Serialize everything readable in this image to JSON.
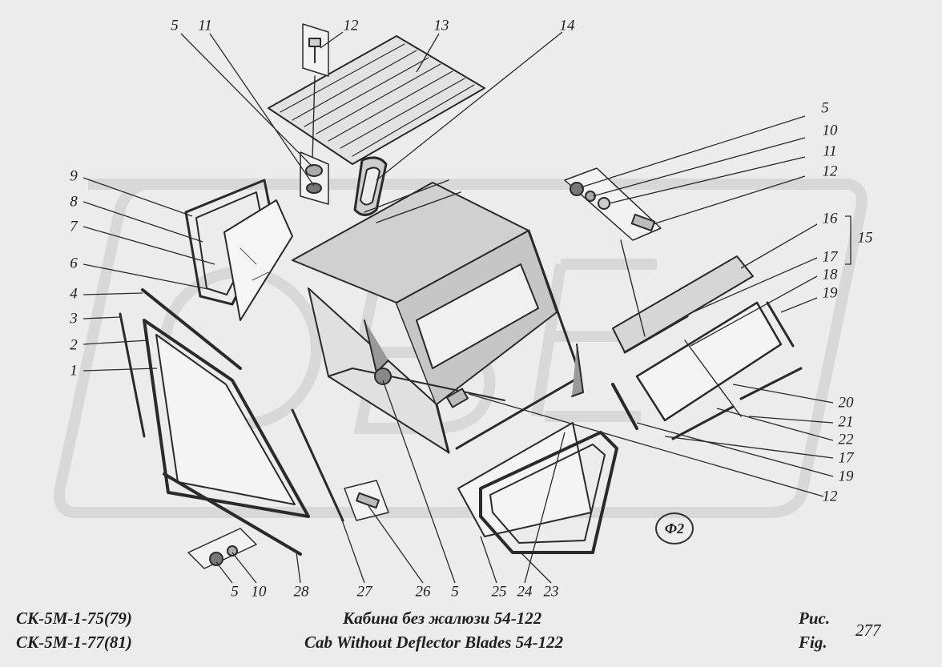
{
  "diagram": {
    "watermark": "ОБЕ",
    "reference_mark": "Ф2",
    "callouts": [
      "5",
      "11",
      "12",
      "13",
      "14",
      "5",
      "10",
      "11",
      "12",
      "16",
      "15",
      "17",
      "18",
      "19",
      "9",
      "8",
      "7",
      "6",
      "4",
      "3",
      "2",
      "1",
      "20",
      "21",
      "22",
      "17",
      "19",
      "12",
      "5",
      "10",
      "28",
      "27",
      "26",
      "5",
      "25",
      "24",
      "23"
    ]
  },
  "footer": {
    "model_line_1": "СК-5М-1-75(79)",
    "model_line_2": "СК-5М-1-77(81)",
    "title_ru": "Кабина без жалюзи 54-122",
    "title_en": "Cab Without Deflector Blades 54-122",
    "fig_ru": "Рис.",
    "fig_en": "Fig.",
    "fig_number": "277"
  },
  "colors": {
    "background": "#ececec",
    "line": "#2a2a2a",
    "watermark": "#dcdcdc"
  }
}
